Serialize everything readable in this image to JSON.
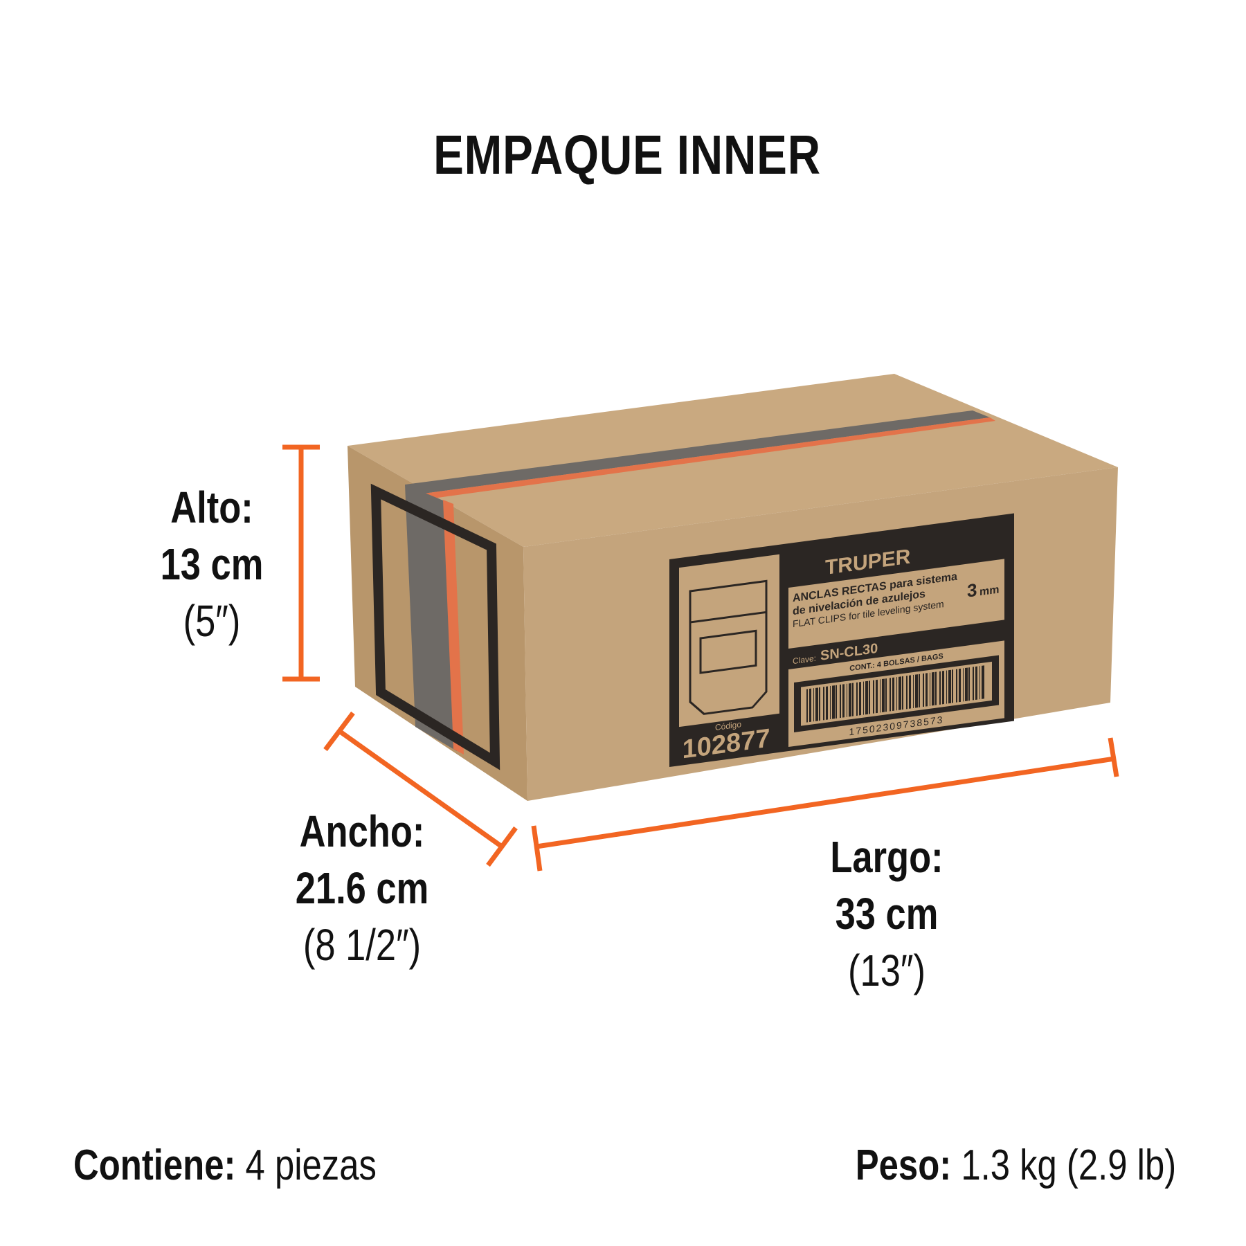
{
  "title": "EMPAQUE INNER",
  "dimensions": {
    "alto": {
      "label": "Alto:",
      "metric": "13 cm",
      "imperial": "(5″)"
    },
    "ancho": {
      "label": "Ancho:",
      "metric": "21.6 cm",
      "imperial": "(8 1/2″)"
    },
    "largo": {
      "label": "Largo:",
      "metric": "33 cm",
      "imperial": "(13″)"
    }
  },
  "contents": {
    "label": "Contiene:",
    "value": "4 piezas"
  },
  "weight": {
    "label": "Peso:",
    "value": "1.3 kg (2.9 lb)"
  },
  "box_label": {
    "brand": "TRUPER",
    "line1": "ANCLAS RECTAS para sistema",
    "line2": "de nivelación de azulejos",
    "line3": "FLAT CLIPS for tile leveling system",
    "size": "3",
    "size_unit": "mm",
    "clave_label": "Clave:",
    "clave": "SN-CL30",
    "cont": "CONT.: 4 BOLSAS / BAGS",
    "barcode": "17502309738573",
    "codigo_label": "Código",
    "codigo": "102877"
  },
  "colors": {
    "accent": "#f26522",
    "cardboard": "#c4a47c",
    "print": "#2b2623"
  }
}
